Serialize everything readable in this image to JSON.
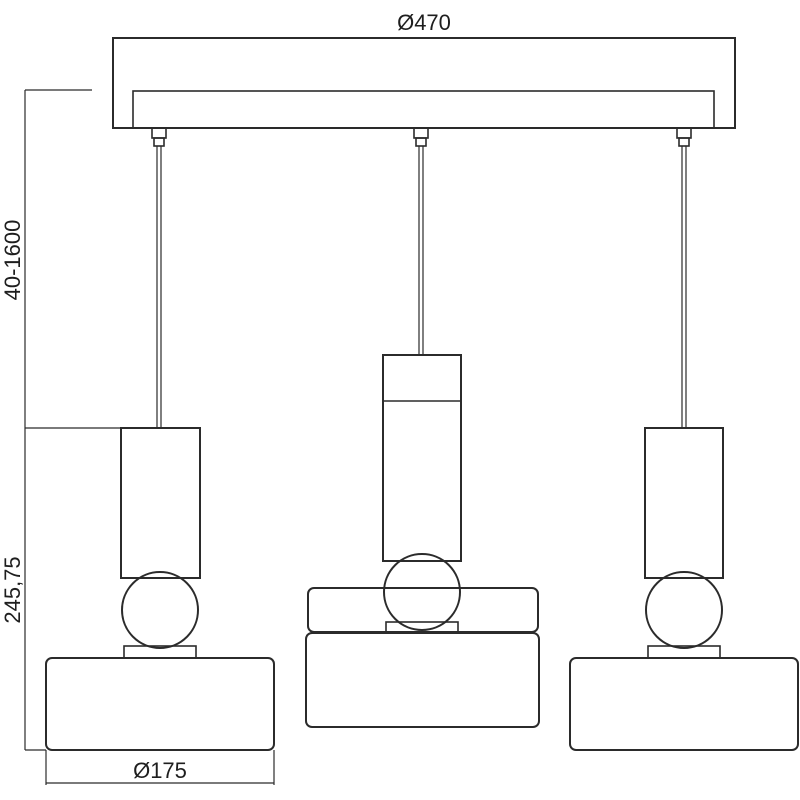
{
  "dimensions": {
    "canopy_diameter": "Ø470",
    "suspension_height": "40-1600",
    "shade_height": "245,75",
    "shade_diameter": "Ø175"
  },
  "colors": {
    "line": "#2b2b2b",
    "text": "#1e1e1e",
    "background": "#ffffff"
  }
}
